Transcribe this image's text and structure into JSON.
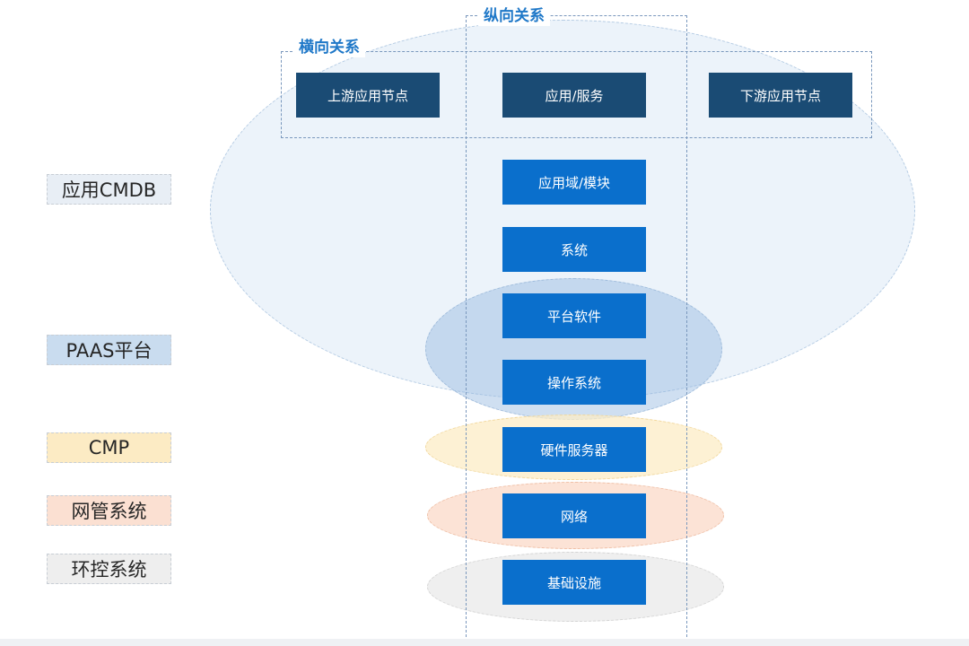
{
  "groups": {
    "horizontal": "横向关系",
    "vertical": "纵向关系"
  },
  "top_nodes": {
    "upstream": "上游应用节点",
    "app_service": "应用/服务",
    "downstream": "下游应用节点"
  },
  "stack_nodes": {
    "app_domain": "应用域/模块",
    "system": "系统",
    "platform_software": "平台软件",
    "os": "操作系统",
    "hardware": "硬件服务器",
    "network": "网络",
    "infrastructure": "基础设施"
  },
  "side_labels": {
    "cmdb": "应用CMDB",
    "paas": "PAAS平台",
    "cmp": "CMP",
    "netmgmt": "网管系统",
    "envctl": "环控系统"
  },
  "colors": {
    "title_blue": "#1f78c8",
    "node_dark": "#1a4b74",
    "node_blue": "#0a6fcc",
    "cmdb_fill": "#c9dcf0",
    "paas_fill": "#94b8e0",
    "cmp_fill": "#fcecc6",
    "net_fill": "#fbdccc",
    "env_fill": "#eeeeee"
  }
}
